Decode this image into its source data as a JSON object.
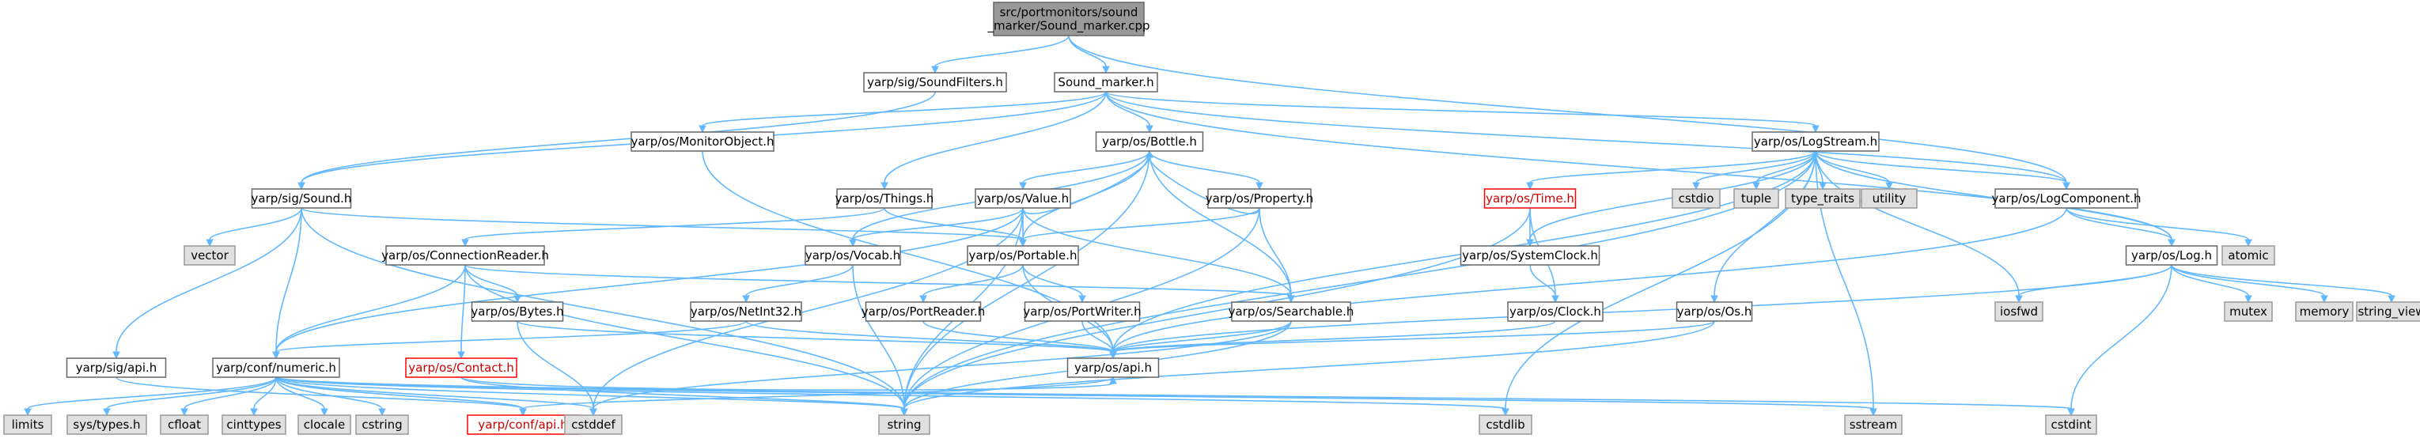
{
  "diagram": {
    "nodes": [
      {
        "id": "root",
        "lines": [
          "src/portmonitors/sound",
          "_marker/Sound_marker.cpp"
        ],
        "kind": "root"
      },
      {
        "id": "soundfilters",
        "lines": [
          "yarp/sig/SoundFilters.h"
        ],
        "kind": "inc"
      },
      {
        "id": "sound_marker_h",
        "lines": [
          "Sound_marker.h"
        ],
        "kind": "inc"
      },
      {
        "id": "monitorobject",
        "lines": [
          "yarp/os/MonitorObject.h"
        ],
        "kind": "inc"
      },
      {
        "id": "bottle",
        "lines": [
          "yarp/os/Bottle.h"
        ],
        "kind": "inc"
      },
      {
        "id": "logstream",
        "lines": [
          "yarp/os/LogStream.h"
        ],
        "kind": "inc"
      },
      {
        "id": "sound",
        "lines": [
          "yarp/sig/Sound.h"
        ],
        "kind": "inc"
      },
      {
        "id": "things",
        "lines": [
          "yarp/os/Things.h"
        ],
        "kind": "inc"
      },
      {
        "id": "value",
        "lines": [
          "yarp/os/Value.h"
        ],
        "kind": "inc"
      },
      {
        "id": "property",
        "lines": [
          "yarp/os/Property.h"
        ],
        "kind": "inc"
      },
      {
        "id": "time",
        "lines": [
          "yarp/os/Time.h"
        ],
        "kind": "err"
      },
      {
        "id": "cstdio",
        "lines": [
          "cstdio"
        ],
        "kind": "sys"
      },
      {
        "id": "tuple",
        "lines": [
          "tuple"
        ],
        "kind": "sys"
      },
      {
        "id": "type_traits",
        "lines": [
          "type_traits"
        ],
        "kind": "sys"
      },
      {
        "id": "utility",
        "lines": [
          "utility"
        ],
        "kind": "sys"
      },
      {
        "id": "logcomponent",
        "lines": [
          "yarp/os/LogComponent.h"
        ],
        "kind": "inc"
      },
      {
        "id": "vector",
        "lines": [
          "vector"
        ],
        "kind": "sys"
      },
      {
        "id": "connreader",
        "lines": [
          "yarp/os/ConnectionReader.h"
        ],
        "kind": "inc"
      },
      {
        "id": "vocab",
        "lines": [
          "yarp/os/Vocab.h"
        ],
        "kind": "inc"
      },
      {
        "id": "portable",
        "lines": [
          "yarp/os/Portable.h"
        ],
        "kind": "inc"
      },
      {
        "id": "systemclock",
        "lines": [
          "yarp/os/SystemClock.h"
        ],
        "kind": "inc"
      },
      {
        "id": "log",
        "lines": [
          "yarp/os/Log.h"
        ],
        "kind": "inc"
      },
      {
        "id": "atomic",
        "lines": [
          "atomic"
        ],
        "kind": "sys"
      },
      {
        "id": "bytes",
        "lines": [
          "yarp/os/Bytes.h"
        ],
        "kind": "inc"
      },
      {
        "id": "netint32",
        "lines": [
          "yarp/os/NetInt32.h"
        ],
        "kind": "inc"
      },
      {
        "id": "portreader",
        "lines": [
          "yarp/os/PortReader.h"
        ],
        "kind": "inc"
      },
      {
        "id": "portwriter",
        "lines": [
          "yarp/os/PortWriter.h"
        ],
        "kind": "inc"
      },
      {
        "id": "searchable",
        "lines": [
          "yarp/os/Searchable.h"
        ],
        "kind": "inc"
      },
      {
        "id": "clock",
        "lines": [
          "yarp/os/Clock.h"
        ],
        "kind": "inc"
      },
      {
        "id": "os",
        "lines": [
          "yarp/os/Os.h"
        ],
        "kind": "inc"
      },
      {
        "id": "iosfwd",
        "lines": [
          "iosfwd"
        ],
        "kind": "sys"
      },
      {
        "id": "mutex",
        "lines": [
          "mutex"
        ],
        "kind": "sys"
      },
      {
        "id": "memory",
        "lines": [
          "memory"
        ],
        "kind": "sys"
      },
      {
        "id": "string_view",
        "lines": [
          "string_view"
        ],
        "kind": "sys"
      },
      {
        "id": "sigapi",
        "lines": [
          "yarp/sig/api.h"
        ],
        "kind": "inc"
      },
      {
        "id": "numeric",
        "lines": [
          "yarp/conf/numeric.h"
        ],
        "kind": "inc"
      },
      {
        "id": "contact",
        "lines": [
          "yarp/os/Contact.h"
        ],
        "kind": "err"
      },
      {
        "id": "osapi",
        "lines": [
          "yarp/os/api.h"
        ],
        "kind": "inc"
      },
      {
        "id": "limits",
        "lines": [
          "limits"
        ],
        "kind": "sys"
      },
      {
        "id": "systypes",
        "lines": [
          "sys/types.h"
        ],
        "kind": "sys"
      },
      {
        "id": "cfloat",
        "lines": [
          "cfloat"
        ],
        "kind": "sys"
      },
      {
        "id": "cinttypes",
        "lines": [
          "cinttypes"
        ],
        "kind": "sys"
      },
      {
        "id": "clocale",
        "lines": [
          "clocale"
        ],
        "kind": "sys"
      },
      {
        "id": "cstring",
        "lines": [
          "cstring"
        ],
        "kind": "sys"
      },
      {
        "id": "confapi",
        "lines": [
          "yarp/conf/api.h"
        ],
        "kind": "err"
      },
      {
        "id": "cstddef",
        "lines": [
          "cstddef"
        ],
        "kind": "sys"
      },
      {
        "id": "string",
        "lines": [
          "string"
        ],
        "kind": "sys"
      },
      {
        "id": "cstdlib",
        "lines": [
          "cstdlib"
        ],
        "kind": "sys"
      },
      {
        "id": "sstream",
        "lines": [
          "sstream"
        ],
        "kind": "sys"
      },
      {
        "id": "cstdint",
        "lines": [
          "cstdint"
        ],
        "kind": "sys"
      }
    ],
    "edges": [
      [
        "root",
        "soundfilters"
      ],
      [
        "root",
        "sound_marker_h"
      ],
      [
        "root",
        "logcomponent"
      ],
      [
        "soundfilters",
        "sound"
      ],
      [
        "sound_marker_h",
        "monitorobject"
      ],
      [
        "sound_marker_h",
        "bottle"
      ],
      [
        "sound_marker_h",
        "logstream"
      ],
      [
        "sound_marker_h",
        "sound"
      ],
      [
        "sound_marker_h",
        "things"
      ],
      [
        "sound_marker_h",
        "logcomponent"
      ],
      [
        "sound_marker_h",
        "log"
      ],
      [
        "monitorobject",
        "osapi"
      ],
      [
        "bottle",
        "value"
      ],
      [
        "bottle",
        "property"
      ],
      [
        "bottle",
        "vocab"
      ],
      [
        "bottle",
        "portable"
      ],
      [
        "bottle",
        "searchable"
      ],
      [
        "bottle",
        "string"
      ],
      [
        "logstream",
        "time"
      ],
      [
        "logstream",
        "cstdio"
      ],
      [
        "logstream",
        "tuple"
      ],
      [
        "logstream",
        "type_traits"
      ],
      [
        "logstream",
        "utility"
      ],
      [
        "logstream",
        "logcomponent"
      ],
      [
        "logstream",
        "systemclock"
      ],
      [
        "logstream",
        "log"
      ],
      [
        "logstream",
        "os"
      ],
      [
        "logstream",
        "iosfwd"
      ],
      [
        "logstream",
        "osapi"
      ],
      [
        "logstream",
        "cstdlib"
      ],
      [
        "logstream",
        "sstream"
      ],
      [
        "logstream",
        "string"
      ],
      [
        "sound",
        "vector"
      ],
      [
        "sound",
        "sigapi"
      ],
      [
        "sound",
        "numeric"
      ],
      [
        "sound",
        "portable"
      ],
      [
        "sound",
        "string"
      ],
      [
        "things",
        "connreader"
      ],
      [
        "things",
        "portable"
      ],
      [
        "value",
        "bottle"
      ],
      [
        "value",
        "searchable"
      ],
      [
        "value",
        "vocab"
      ],
      [
        "value",
        "portable"
      ],
      [
        "value",
        "numeric"
      ],
      [
        "value",
        "cstddef"
      ],
      [
        "value",
        "string"
      ],
      [
        "property",
        "bottle"
      ],
      [
        "property",
        "portable"
      ],
      [
        "property",
        "searchable"
      ],
      [
        "property",
        "string"
      ],
      [
        "time",
        "systemclock"
      ],
      [
        "time",
        "clock"
      ],
      [
        "time",
        "string"
      ],
      [
        "logcomponent",
        "log"
      ],
      [
        "logcomponent",
        "atomic"
      ],
      [
        "logcomponent",
        "osapi"
      ],
      [
        "connreader",
        "bytes"
      ],
      [
        "connreader",
        "contact"
      ],
      [
        "connreader",
        "numeric"
      ],
      [
        "connreader",
        "searchable"
      ],
      [
        "connreader",
        "string"
      ],
      [
        "vocab",
        "netint32"
      ],
      [
        "vocab",
        "string"
      ],
      [
        "portable",
        "portreader"
      ],
      [
        "portable",
        "portwriter"
      ],
      [
        "portable",
        "osapi"
      ],
      [
        "systemclock",
        "clock"
      ],
      [
        "log",
        "iosfwd"
      ],
      [
        "log",
        "mutex"
      ],
      [
        "log",
        "memory"
      ],
      [
        "log",
        "string_view"
      ],
      [
        "log",
        "cstdint"
      ],
      [
        "log",
        "osapi"
      ],
      [
        "bytes",
        "cstddef"
      ],
      [
        "bytes",
        "osapi"
      ],
      [
        "netint32",
        "numeric"
      ],
      [
        "netint32",
        "osapi"
      ],
      [
        "portreader",
        "osapi"
      ],
      [
        "portwriter",
        "osapi"
      ],
      [
        "searchable",
        "osapi"
      ],
      [
        "searchable",
        "string"
      ],
      [
        "searchable",
        "cstddef"
      ],
      [
        "clock",
        "osapi"
      ],
      [
        "os",
        "osapi"
      ],
      [
        "os",
        "string"
      ],
      [
        "sigapi",
        "confapi"
      ],
      [
        "numeric",
        "limits"
      ],
      [
        "numeric",
        "systypes"
      ],
      [
        "numeric",
        "cfloat"
      ],
      [
        "numeric",
        "cinttypes"
      ],
      [
        "numeric",
        "clocale"
      ],
      [
        "numeric",
        "cstring"
      ],
      [
        "numeric",
        "confapi"
      ],
      [
        "numeric",
        "cstddef"
      ],
      [
        "numeric",
        "string"
      ],
      [
        "numeric",
        "cstdlib"
      ],
      [
        "numeric",
        "sstream"
      ],
      [
        "numeric",
        "cstdint"
      ],
      [
        "contact",
        "osapi"
      ],
      [
        "contact",
        "string"
      ],
      [
        "osapi",
        "confapi"
      ]
    ]
  }
}
